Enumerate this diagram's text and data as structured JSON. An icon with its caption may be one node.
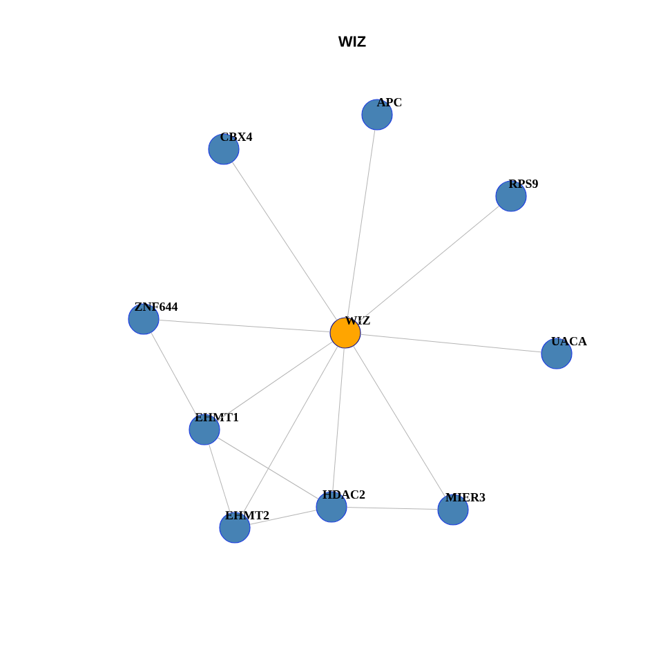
{
  "diagram": {
    "title": "WIZ",
    "nodes": [
      {
        "text": [
          "WIZ"
        ]
      },
      {
        "text": [
          "APC"
        ]
      },
      {
        "text": [
          "CBX4"
        ]
      },
      {
        "text": [
          "RPS9"
        ]
      },
      {
        "text": [
          "ZNF644"
        ]
      },
      {
        "text": [
          "UACA"
        ]
      },
      {
        "text": [
          "EHMT1"
        ]
      },
      {
        "text": [
          "EHMT2"
        ]
      },
      {
        "text": [
          "HDAC2"
        ]
      },
      {
        "text": [
          "MIER3"
        ]
      }
    ],
    "edges": [
      {
        "from": 0,
        "to": 1,
        "arrow": "none"
      },
      {
        "from": 0,
        "to": 2,
        "arrow": "none"
      },
      {
        "from": 0,
        "to": 3,
        "arrow": "none"
      },
      {
        "from": 0,
        "to": 4,
        "arrow": "none"
      },
      {
        "from": 0,
        "to": 5,
        "arrow": "none"
      },
      {
        "from": 0,
        "to": 6,
        "arrow": "none"
      },
      {
        "from": 0,
        "to": 7,
        "arrow": "none"
      },
      {
        "from": 0,
        "to": 8,
        "arrow": "none"
      },
      {
        "from": 0,
        "to": 9,
        "arrow": "none"
      },
      {
        "from": 4,
        "to": 6,
        "arrow": "none"
      },
      {
        "from": 6,
        "to": 7,
        "arrow": "none"
      },
      {
        "from": 6,
        "to": 8,
        "arrow": "none"
      },
      {
        "from": 7,
        "to": 8,
        "arrow": "none"
      },
      {
        "from": 8,
        "to": 9,
        "arrow": "none"
      }
    ]
  }
}
